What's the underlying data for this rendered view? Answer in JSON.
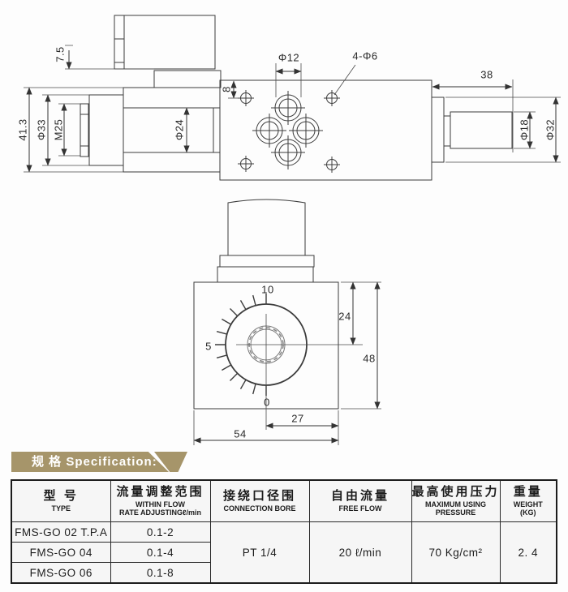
{
  "banner": {
    "label": "规 格 Specification:",
    "color": "#a6956a"
  },
  "dims": {
    "top": [
      "7.5",
      "41.3",
      "Φ33",
      "M25",
      "Φ24",
      "8",
      "Φ12",
      "4-Φ6",
      "38",
      "Φ18",
      "Φ32"
    ],
    "front": [
      "10",
      "5",
      "0",
      "24",
      "48",
      "27",
      "54"
    ]
  },
  "spec_table": {
    "columns": [
      {
        "zh": "型  号",
        "en": "TYPE"
      },
      {
        "zh": "流量调整范围",
        "en": "WITHIN FLOW\nRATE ADJUSTINGℓ/min"
      },
      {
        "zh": "接绕口径围",
        "en": "CONNECTION BORE"
      },
      {
        "zh": "自由流量",
        "en": "FREE FLOW"
      },
      {
        "zh": "最高使用压力",
        "en": "MAXIMUM USING\nPRESSURE"
      },
      {
        "zh": "重量",
        "en": "WEIGHT\n(KG)"
      }
    ],
    "rows": [
      {
        "type": "FMS-GO 02 T.P.A",
        "range": "0.1-2"
      },
      {
        "type": "FMS-GO 04",
        "range": "0.1-4"
      },
      {
        "type": "FMS-GO 06",
        "range": "0.1-8"
      }
    ],
    "shared": {
      "connection_bore": "PT 1/4",
      "free_flow": "20 ℓ/min",
      "max_pressure": "70 Kg/cm²",
      "weight": "2. 4"
    }
  }
}
